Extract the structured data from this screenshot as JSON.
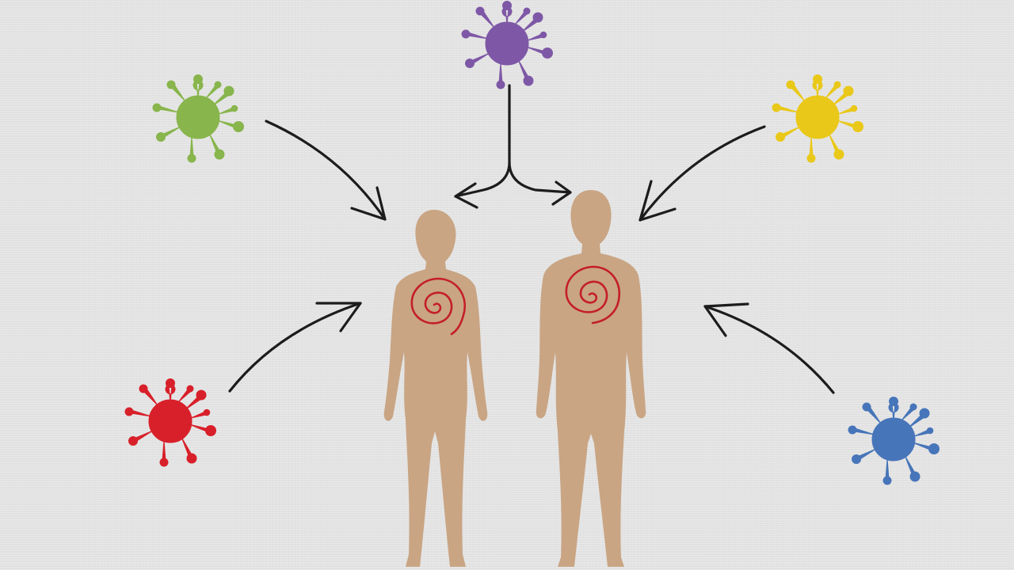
{
  "colors": {
    "background": "#e6e6e6",
    "body_fill": "#c9a584",
    "spiral": "#c41e2a",
    "arrow": "#1c1c1c"
  },
  "pathogens": [
    {
      "name": "virus-purple",
      "icon": "virus-icon",
      "color": "#7e58a6"
    },
    {
      "name": "virus-green",
      "icon": "virus-icon",
      "color": "#88b54c"
    },
    {
      "name": "virus-yellow",
      "icon": "virus-icon",
      "color": "#e9c819"
    },
    {
      "name": "virus-red",
      "icon": "virus-icon",
      "color": "#d8202a"
    },
    {
      "name": "virus-blue",
      "icon": "virus-icon",
      "color": "#4775b9"
    }
  ],
  "people": [
    {
      "name": "person-female",
      "icon": "person-silhouette-icon",
      "has_spiral": true
    },
    {
      "name": "person-male",
      "icon": "person-silhouette-icon",
      "has_spiral": true
    }
  ]
}
